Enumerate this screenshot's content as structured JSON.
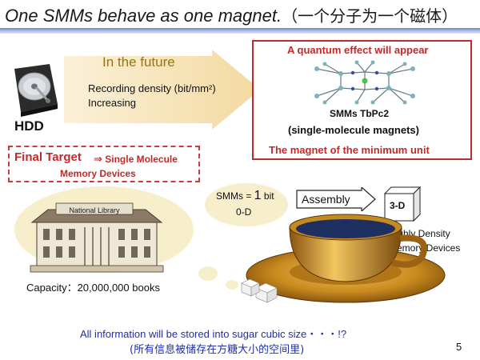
{
  "title": {
    "main": "One SMMs behave as one magnet.",
    "cn": "（一个分子为一个磁体）"
  },
  "hdd": {
    "label": "HDD"
  },
  "future": {
    "heading": "In the future",
    "recording": "Recording density (bit/mm²)",
    "increasing": "Increasing"
  },
  "quantum": {
    "heading": "A quantum effect will appear",
    "smms_name": "SMMs  TbPc2",
    "smms_desc": "(single-molecule magnets)",
    "magnet_min": "The magnet of  the minimum unit"
  },
  "target": {
    "title": "Final Target",
    "arrow": "⇒",
    "line1": "Single Molecule",
    "line2": "Memory Devices"
  },
  "library": {
    "sign": "National Library",
    "capacity": "Capacity：20,000,000 books"
  },
  "smms_bit": {
    "prefix": "SMMs = ",
    "value": "1",
    "unit": " bit",
    "dim": "0-D"
  },
  "assembly": {
    "label": "Assembly"
  },
  "cube": {
    "label": "3-D"
  },
  "highly_density": {
    "line1": "Highly Density",
    "line2": "Memory Devices"
  },
  "bottom": {
    "en": "All information will be stored into sugar cubic size・・・!?",
    "cn": "(所有信息被储存在方糖大小的空间里)"
  },
  "page_number": "5",
  "colors": {
    "accent_red": "#c12a2a",
    "future_gold": "#9a7412",
    "arrow_fill": "#f6e2b3",
    "bottom_blue": "#1f2fa8",
    "title_rule": "#6b86c6"
  }
}
